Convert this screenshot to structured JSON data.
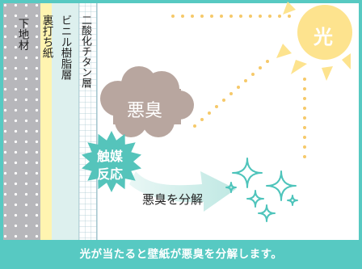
{
  "layers": [
    {
      "label": "下地材"
    },
    {
      "label": "裏打ち紙"
    },
    {
      "label": "ビニル樹脂層"
    },
    {
      "label": "二酸化チタン層"
    }
  ],
  "sun_label": "光",
  "odor_label": "悪臭",
  "reaction_label_1": "触媒",
  "reaction_label_2": "反応",
  "decompose_label": "悪臭を分解",
  "footer_text": "光が当たると壁紙が悪臭を分解します。",
  "colors": {
    "frame": "#57c9c2",
    "base_material": "#b7b7bb",
    "backing_paper": "#fff4b0",
    "vinyl_layer": "#ddf0ee",
    "titanium_grid": "#8fb9c4",
    "cloud": "#b8a69f",
    "catalyst_burst": "#55c4bb",
    "sun": "#fde38e",
    "rays": "#f6c96a",
    "sparkle": "#4ec4bb",
    "arrow": "#c8ece8",
    "footer_bg": "#57c9c2"
  }
}
